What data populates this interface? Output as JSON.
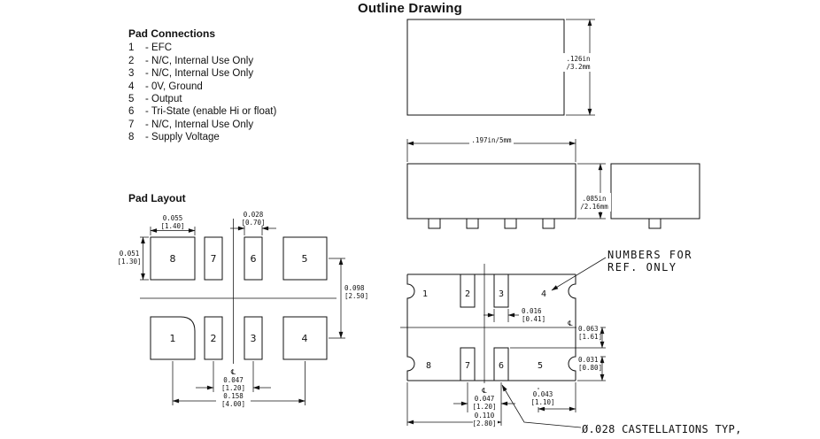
{
  "title": "Outline Drawing",
  "pad_connections": {
    "heading": "Pad Connections",
    "items": [
      {
        "num": "1",
        "desc": "- EFC"
      },
      {
        "num": "2",
        "desc": "- N/C, Internal Use Only"
      },
      {
        "num": "3",
        "desc": "- N/C, Internal Use Only"
      },
      {
        "num": "4",
        "desc": "- 0V, Ground"
      },
      {
        "num": "5",
        "desc": "- Output"
      },
      {
        "num": "6",
        "desc": "- Tri-State (enable Hi or float)"
      },
      {
        "num": "7",
        "desc": "- N/C, Internal Use Only"
      },
      {
        "num": "8",
        "desc": "- Supply Voltage"
      }
    ]
  },
  "pad_layout": {
    "heading": "Pad Layout",
    "pad_numbers": [
      "1",
      "2",
      "3",
      "4",
      "5",
      "6",
      "7",
      "8"
    ],
    "dims": {
      "pad_width_large_in": "0.055",
      "pad_width_large_mm": "[1.40]",
      "pad_width_small_in": "0.028",
      "pad_width_small_mm": "[0.70]",
      "pad_height_in": "0.051",
      "pad_height_mm": "[1.30]",
      "row_pitch_in": "0.098",
      "row_pitch_mm": "[2.50]",
      "pad_pitch_in": "0.047",
      "pad_pitch_mm": "[1.20]",
      "outer_span_in": "0.158",
      "outer_span_mm": "[4.00]"
    }
  },
  "top_view": {
    "height_in": ".126in",
    "height_mm": "/3.2mm"
  },
  "front_view": {
    "width": ".197in/5mm",
    "height_in": ".085in",
    "height_mm": "/2.16mm"
  },
  "bottom_view": {
    "pad_numbers_top": [
      "1",
      "2",
      "3",
      "4"
    ],
    "pad_numbers_bottom": [
      "8",
      "7",
      "6",
      "5"
    ],
    "dims": {
      "pad_width_in": "0.016",
      "pad_width_mm": "[0.41]",
      "center_to_pad_in": "0.063",
      "center_to_pad_mm": "[1.61]",
      "pad_length_in": "0.031",
      "pad_length_mm": "[0.80]",
      "pad_pitch_in": "0.047",
      "pad_pitch_mm": "[1.20]",
      "corner_in": "0.043",
      "corner_mm": "[1.10]",
      "span_in": "0.110",
      "span_mm": "[2.80]"
    },
    "note_numbers_line1": "NUMBERS FOR",
    "note_numbers_line2": "REF. ONLY",
    "note_castellations": "Ø.028 CASTELLATIONS TYP,"
  },
  "symbols": {
    "centerline": "℄"
  }
}
